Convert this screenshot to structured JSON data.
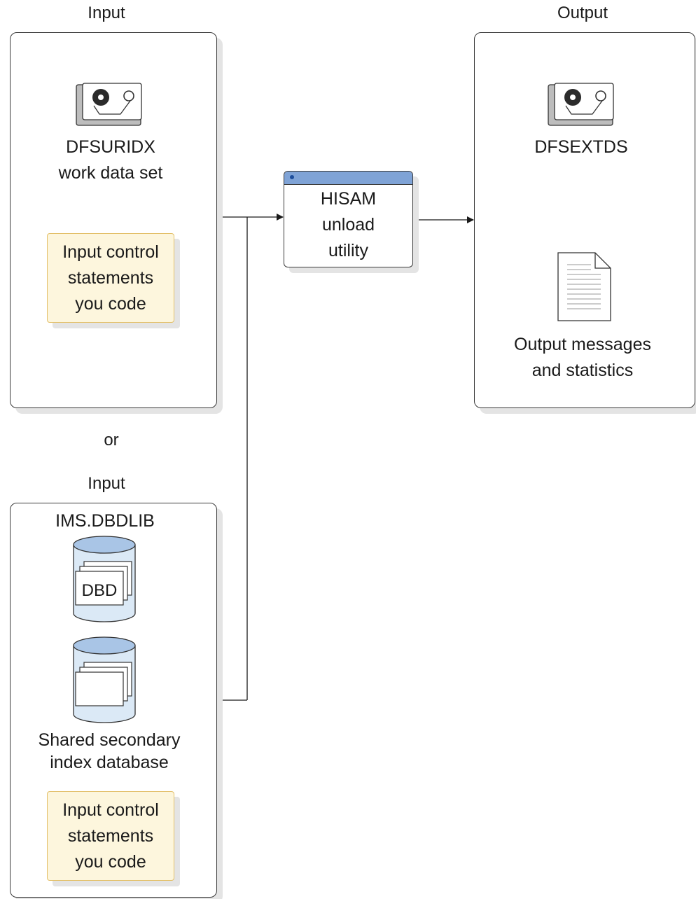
{
  "headings": {
    "input_top": "Input",
    "output": "Output",
    "or": "or",
    "input_bottom": "Input"
  },
  "input_panel_top": {
    "tape_label_line1": "DFSURIDX",
    "tape_label_line2": "work data set",
    "note_lines": [
      "Input control",
      "statements",
      "you code"
    ]
  },
  "process": {
    "lines": [
      "HISAM",
      "unload",
      "utility"
    ]
  },
  "output_panel": {
    "tape_label": "DFSEXTDS",
    "doc_label_line1": "Output messages",
    "doc_label_line2": "and statistics"
  },
  "input_panel_bottom": {
    "lib_label": "IMS.DBDLIB",
    "dbd_label": "DBD",
    "db_label_line1": "Shared secondary",
    "db_label_line2": "index database",
    "note_lines": [
      "Input control",
      "statements",
      "you code"
    ]
  },
  "colors": {
    "process_bar": "#7fa3d6",
    "note_fill": "#fdf6dd",
    "note_border": "#e3c06a",
    "cylinder_fill": "#dbe9f6",
    "cylinder_top": "#a9c5e6"
  }
}
